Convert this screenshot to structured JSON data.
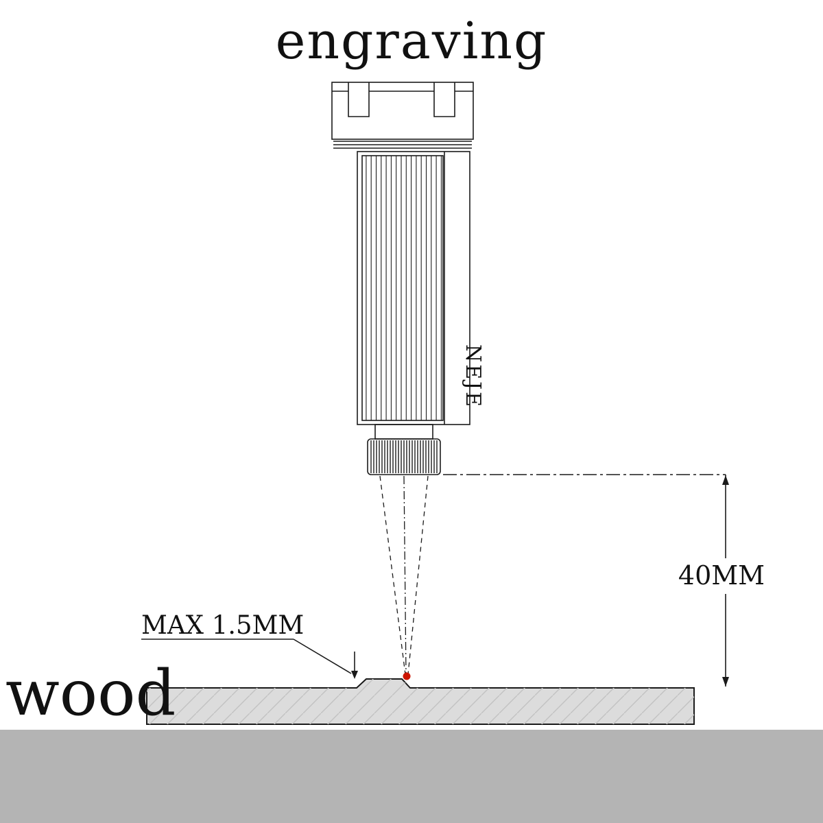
{
  "title": "engraving",
  "module": {
    "brand_label": "NEJE"
  },
  "annotations": {
    "focus_distance_label": "40MM",
    "max_depth_label": "MAX 1.5MM",
    "material_label": "wood"
  },
  "colors": {
    "background": "#ffffff",
    "line": "#1a1a1a",
    "wood_fill": "#dcdcdc",
    "hatch": "#c2c2c2",
    "laser_dot": "#cc1500",
    "bottom_band": "#b4b4b4"
  }
}
